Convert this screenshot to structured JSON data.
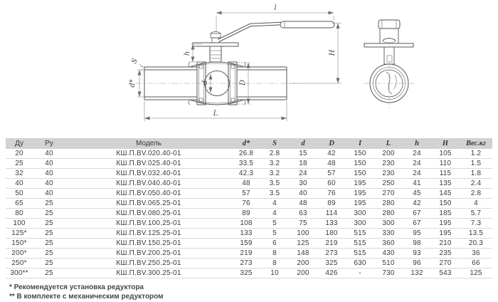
{
  "colors": {
    "header_bg": "#d2d2d2",
    "table_text": "#3b3b3b",
    "drawing_line": "#565656",
    "dim_line": "#6e6e6e",
    "separator": "#d9d9d9"
  },
  "drawing": {
    "labels": {
      "handle_length": "l",
      "total_height": "H",
      "stem_height": "h",
      "wall_thickness": "S",
      "pipe_bore": "d*",
      "ball_bore": "d",
      "body_diameter": "D",
      "total_length": "L"
    }
  },
  "table": {
    "headers": [
      "Ду",
      "Ру",
      "Модель",
      "d*",
      "S",
      "d",
      "D",
      "I",
      "L",
      "h",
      "H",
      "Вес.кг"
    ],
    "rows": [
      [
        "20",
        "40",
        "КШ.П.BV.020.40-01",
        "26.8",
        "2.8",
        "15",
        "42",
        "150",
        "200",
        "24",
        "105",
        "1.2"
      ],
      [
        "25",
        "40",
        "КШ.П.BV.025.40-01",
        "33.5",
        "3.2",
        "18",
        "48",
        "150",
        "230",
        "24",
        "110",
        "1.5"
      ],
      [
        "32",
        "40",
        "КШ.П.BV.032.40-01",
        "42.3",
        "3.2",
        "24",
        "57",
        "150",
        "230",
        "24",
        "115",
        "1.8"
      ],
      [
        "40",
        "40",
        "КШ.П.BV.040.40-01",
        "48",
        "3.5",
        "30",
        "60",
        "195",
        "250",
        "41",
        "135",
        "2.4"
      ],
      [
        "50",
        "40",
        "КШ.П.BV.050.40-01",
        "57",
        "3.5",
        "40",
        "76",
        "195",
        "270",
        "45",
        "145",
        "2.8"
      ],
      [
        "65",
        "25",
        "КШ.П.BV.065.25-01",
        "76",
        "4",
        "48",
        "89",
        "195",
        "280",
        "42",
        "150",
        "4"
      ],
      [
        "80",
        "25",
        "КШ.П.BV.080.25-01",
        "89",
        "4",
        "63",
        "114",
        "300",
        "280",
        "67",
        "185",
        "5.7"
      ],
      [
        "100",
        "25",
        "КШ.П.BV.100.25-01",
        "108",
        "5",
        "75",
        "133",
        "300",
        "300",
        "67",
        "195",
        "7.3"
      ],
      [
        "125*",
        "25",
        "КШ.П.BV.125.25-01",
        "133",
        "5",
        "100",
        "180",
        "515",
        "330",
        "95",
        "195",
        "13.5"
      ],
      [
        "150*",
        "25",
        "КШ.П.BV.150.25-01",
        "159",
        "6",
        "125",
        "219",
        "515",
        "360",
        "98",
        "210",
        "20.3"
      ],
      [
        "200*",
        "25",
        "КШ.П.BV.200.25-01",
        "219",
        "8",
        "148",
        "273",
        "515",
        "430",
        "93",
        "235",
        "36"
      ],
      [
        "250*",
        "25",
        "КШ.П.BV.250.25-01",
        "273",
        "8",
        "200",
        "325",
        "630",
        "510",
        "96",
        "270",
        "66"
      ],
      [
        "300**",
        "25",
        "КШ.П.BV.300.25-01",
        "325",
        "10",
        "200",
        "426",
        "-",
        "730",
        "132",
        "543",
        "125"
      ]
    ],
    "footnotes": [
      "* Рекомендуется установка редуктора",
      "** В комплекте с механическим редуктором"
    ]
  }
}
